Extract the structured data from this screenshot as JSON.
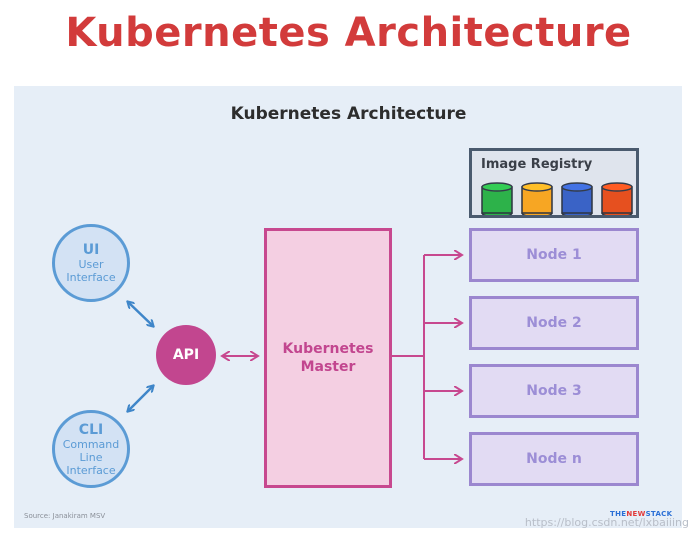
{
  "page_title": "Kubernetes Architecture",
  "diagram": {
    "title": "Kubernetes Architecture",
    "clients": {
      "ui": {
        "short": "UI",
        "line1": "User",
        "line2": "Interface"
      },
      "cli": {
        "short": "CLI",
        "line1": "Command",
        "line2": "Line",
        "line3": "Interface"
      }
    },
    "api_label": "API",
    "master": {
      "line1": "Kubernetes",
      "line2": "Master"
    },
    "registry_label": "Image Registry",
    "registry_colors": [
      "#2db24a",
      "#f7a623",
      "#3a63c6",
      "#e6501f"
    ],
    "nodes": [
      "Node 1",
      "Node 2",
      "Node 3",
      "Node n"
    ],
    "colors": {
      "client": "#5b9bd5",
      "api": "#c2468f",
      "master": "#c7488f",
      "node": "#9b87cf",
      "title": "#d23b3b"
    }
  },
  "footer": {
    "source": "Source: Janakiram MSV",
    "logo_left": "THE",
    "logo_mid": "NEW",
    "logo_right": "STACK",
    "watermark": "https://blog.csdn.net/lxbaiiing"
  }
}
